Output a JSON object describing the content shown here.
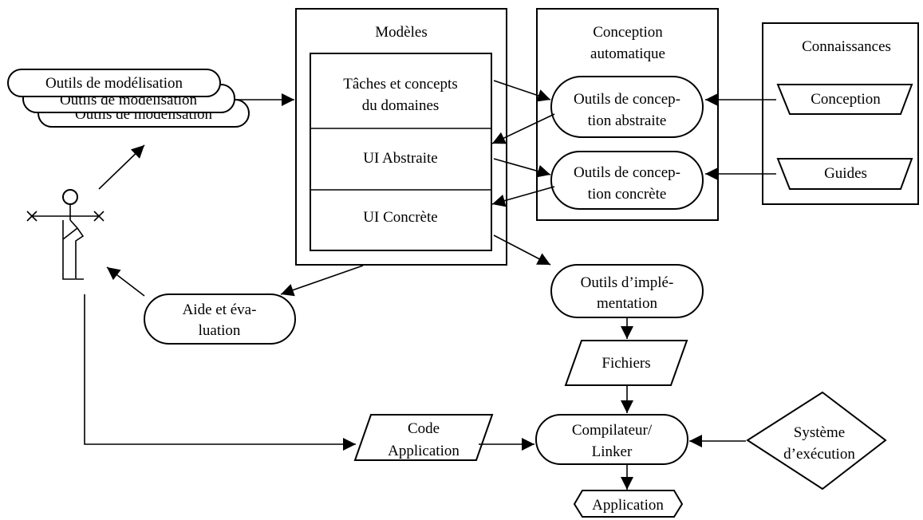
{
  "panels": {
    "modeles": {
      "title": "Modèles"
    },
    "conception": {
      "title_line1": "Conception",
      "title_line2": "automatique"
    },
    "connaissances": {
      "title": "Connaissances"
    }
  },
  "models": {
    "taches_line1": "Tâches et concepts",
    "taches_line2": "du domaines",
    "ui_abstraite": "UI Abstraite",
    "ui_concrete": "UI Concrète"
  },
  "tools": {
    "modelisation": "Outils de modélisation",
    "modelisation_back": "Outils de modélisation",
    "conception_abstraite_line1": "Outils de concep-",
    "conception_abstraite_line2": "tion abstraite",
    "conception_concrete_line1": "Outils de concep-",
    "conception_concrete_line2": "tion concrète",
    "implementation_line1": "Outils d’implé-",
    "implementation_line2": "mentation",
    "aide_line1": "Aide et éva-",
    "aide_line2": "luation",
    "compilateur_line1": "Compilateur/",
    "compilateur_line2": "Linker"
  },
  "knowledge": {
    "conception": "Conception",
    "guides": "Guides"
  },
  "data_items": {
    "fichiers": "Fichiers",
    "code_line1": "Code",
    "code_line2": "Application",
    "systeme_line1": "Système",
    "systeme_line2": "d’exécution",
    "application": "Application"
  }
}
